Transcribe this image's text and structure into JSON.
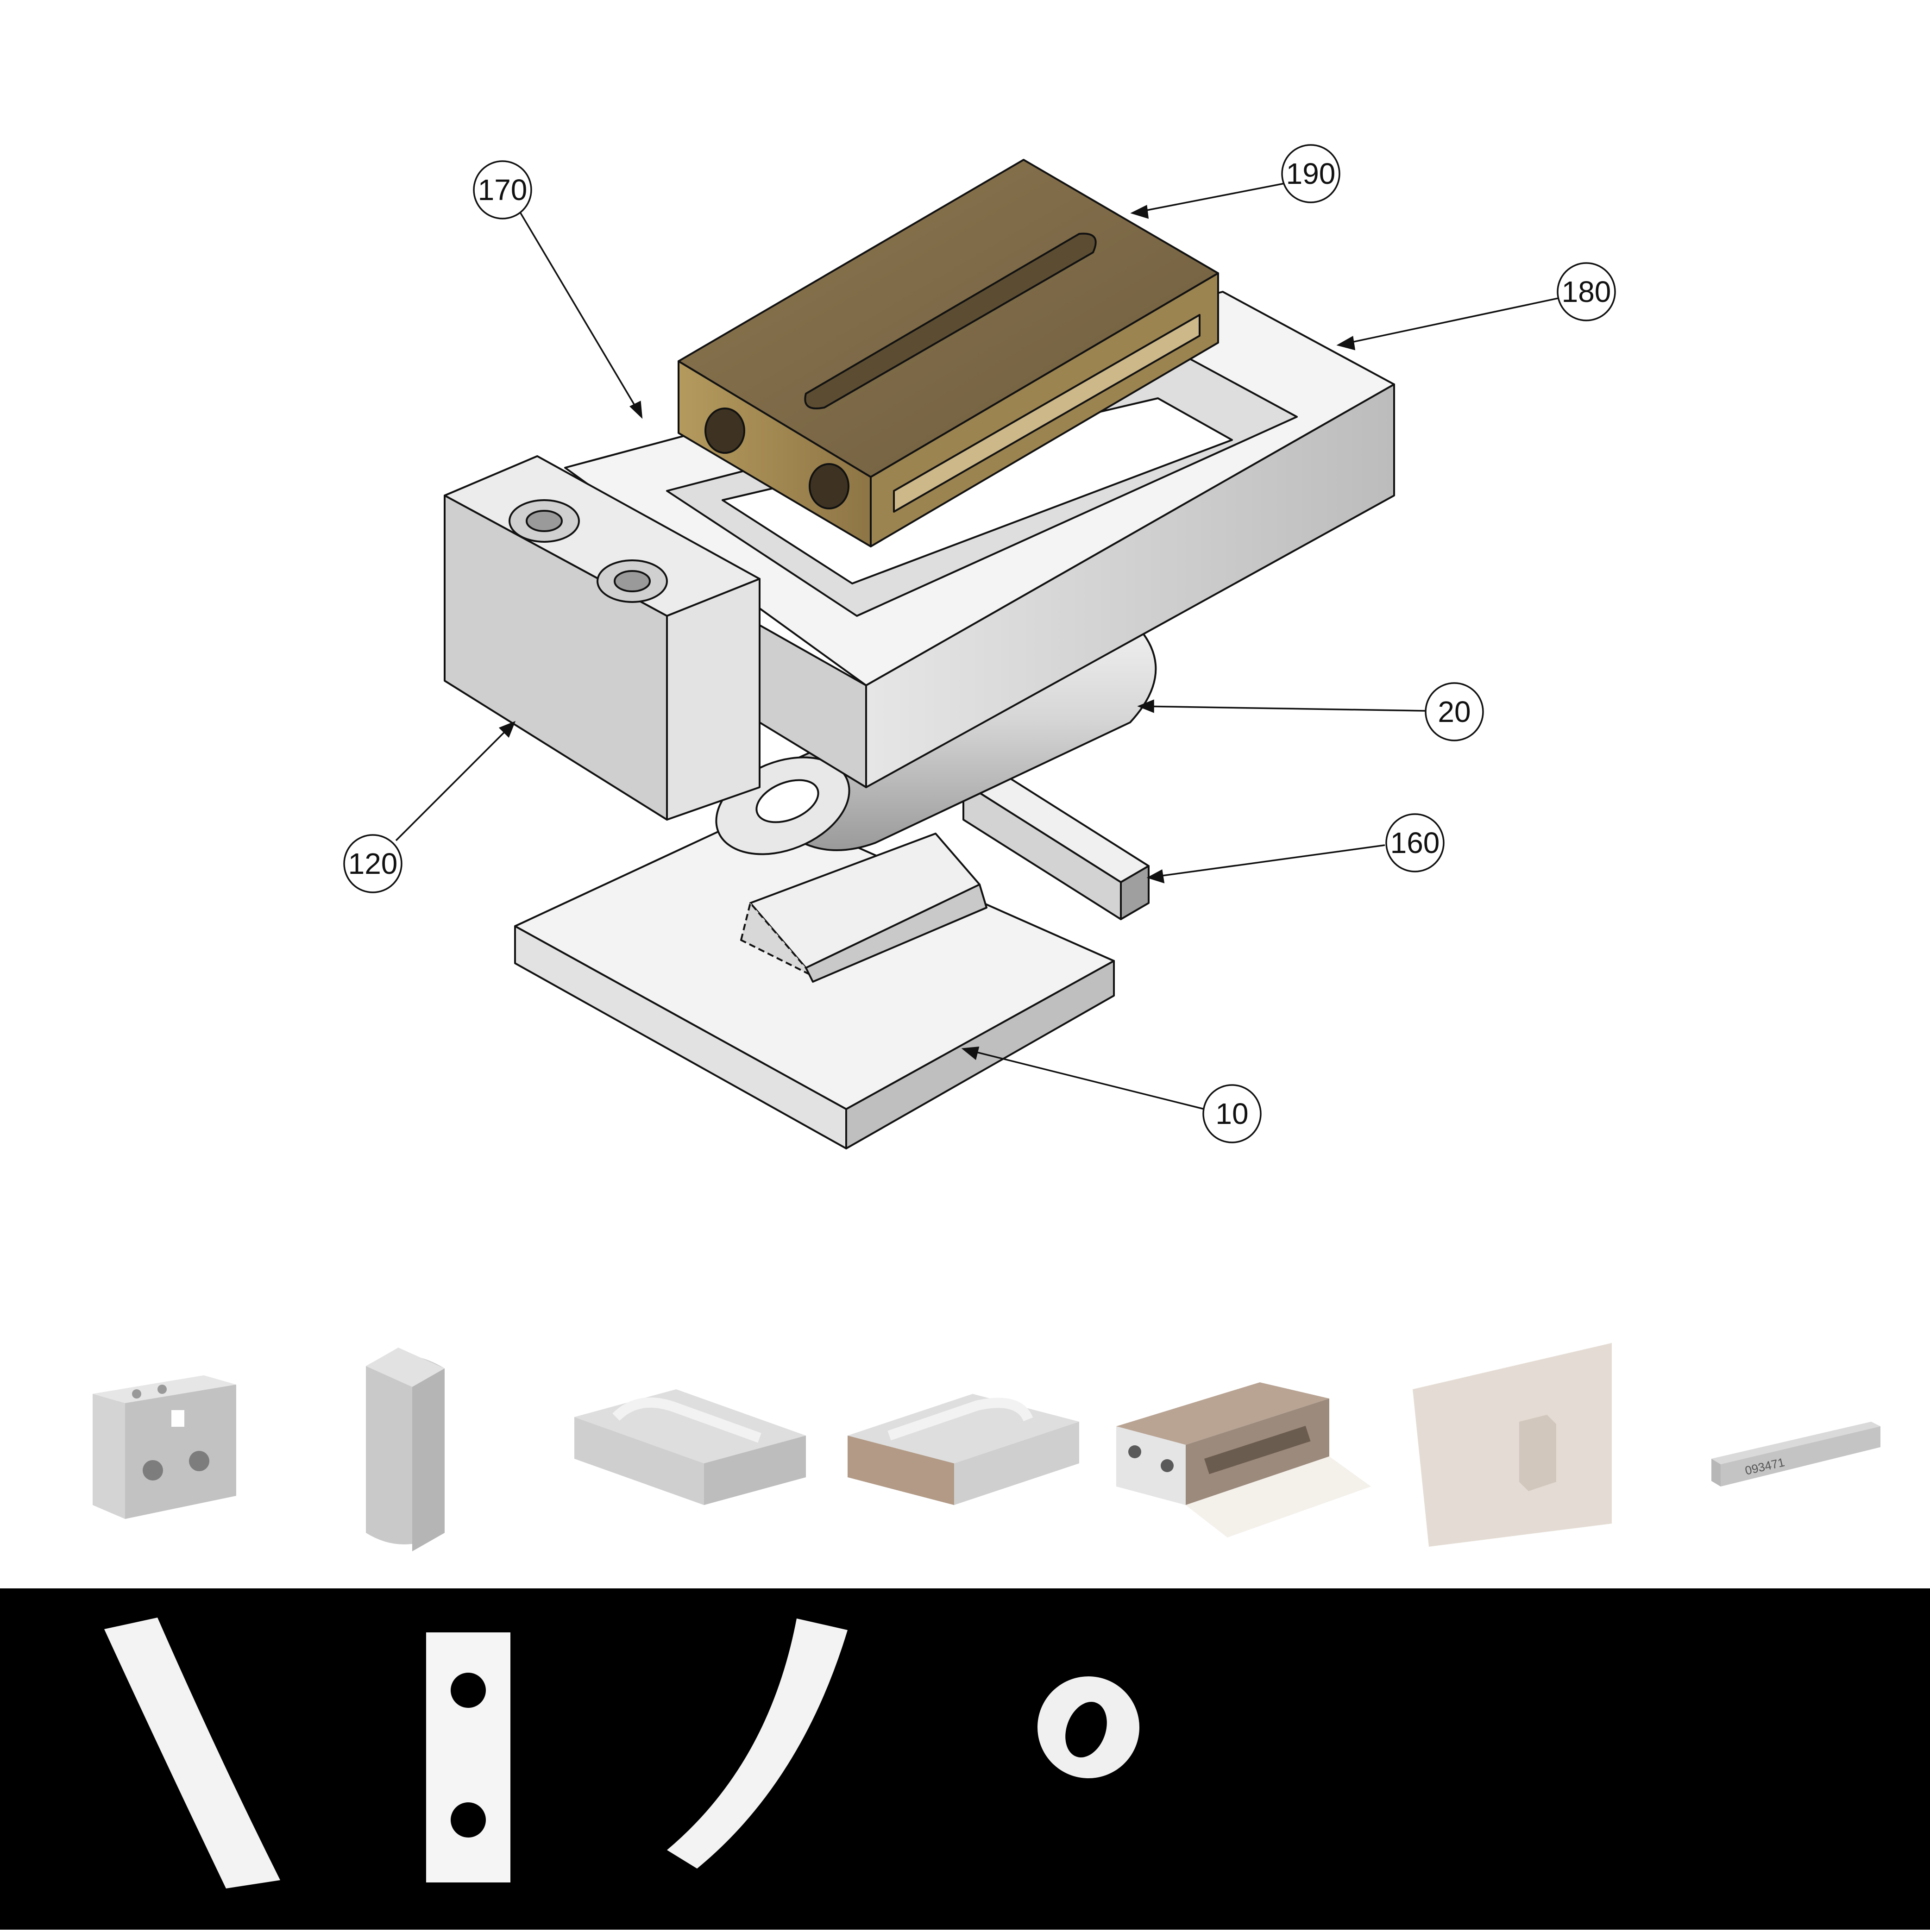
{
  "colors": {
    "background": "#ffffff",
    "line": "#111111",
    "part_face_light": "#f2f2f2",
    "part_face_mid": "#d9d9d9",
    "part_face_dark": "#a6a6a6",
    "bronze_top": "#7d6a48",
    "bronze_side": "#a4894f",
    "photo_band_bg": "#ffffff",
    "black_band": "#000000"
  },
  "callouts": [
    {
      "id": "c190",
      "label": "190"
    },
    {
      "id": "c170",
      "label": "170"
    },
    {
      "id": "c180",
      "label": "180"
    },
    {
      "id": "c20",
      "label": "20"
    },
    {
      "id": "c160",
      "label": "160"
    },
    {
      "id": "c120",
      "label": "120"
    },
    {
      "id": "c10",
      "label": "10"
    }
  ],
  "photo_labels": {
    "bar_marking": "093471"
  },
  "icons": [
    "ceramic-block-photo-icon",
    "ceramic-cylinder-photo-icon",
    "ceramic-channel-photo-icon",
    "ceramic-channel-rotated-photo-icon",
    "slotted-block-photo-icon",
    "plate-with-block-photo-icon",
    "ceramic-bar-photo-icon",
    "curved-strip-left-icon",
    "perforated-plate-icon",
    "curved-strip-right-icon",
    "ceramic-ring-icon"
  ]
}
